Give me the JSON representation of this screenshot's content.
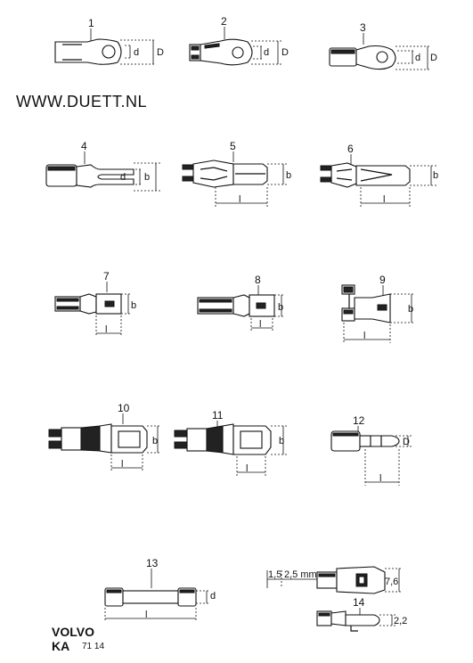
{
  "website": "WWW.DUETT.NL",
  "brand": "VOLVO",
  "brand_code": "KA",
  "doc_number": "71 14",
  "items": [
    {
      "number": "1",
      "dims": [
        "d",
        "D"
      ]
    },
    {
      "number": "2",
      "dims": [
        "d",
        "D"
      ]
    },
    {
      "number": "3",
      "dims": [
        "d",
        "D"
      ]
    },
    {
      "number": "4",
      "dims": [
        "d",
        "b"
      ]
    },
    {
      "number": "5",
      "dims": [
        "b",
        "l"
      ]
    },
    {
      "number": "6",
      "dims": [
        "b",
        "l"
      ]
    },
    {
      "number": "7",
      "dims": [
        "b",
        "l"
      ]
    },
    {
      "number": "8",
      "dims": [
        "b",
        "l"
      ]
    },
    {
      "number": "9",
      "dims": [
        "b",
        "l"
      ]
    },
    {
      "number": "10",
      "dims": [
        "b",
        "l"
      ]
    },
    {
      "number": "11",
      "dims": [
        "b",
        "l"
      ]
    },
    {
      "number": "12",
      "dims": [
        "D",
        "l"
      ]
    },
    {
      "number": "13",
      "dims": [
        "d",
        "l"
      ]
    },
    {
      "number": "14",
      "dims": [
        "1,5",
        "2,5 mm",
        "7,6",
        "2,2"
      ]
    }
  ]
}
